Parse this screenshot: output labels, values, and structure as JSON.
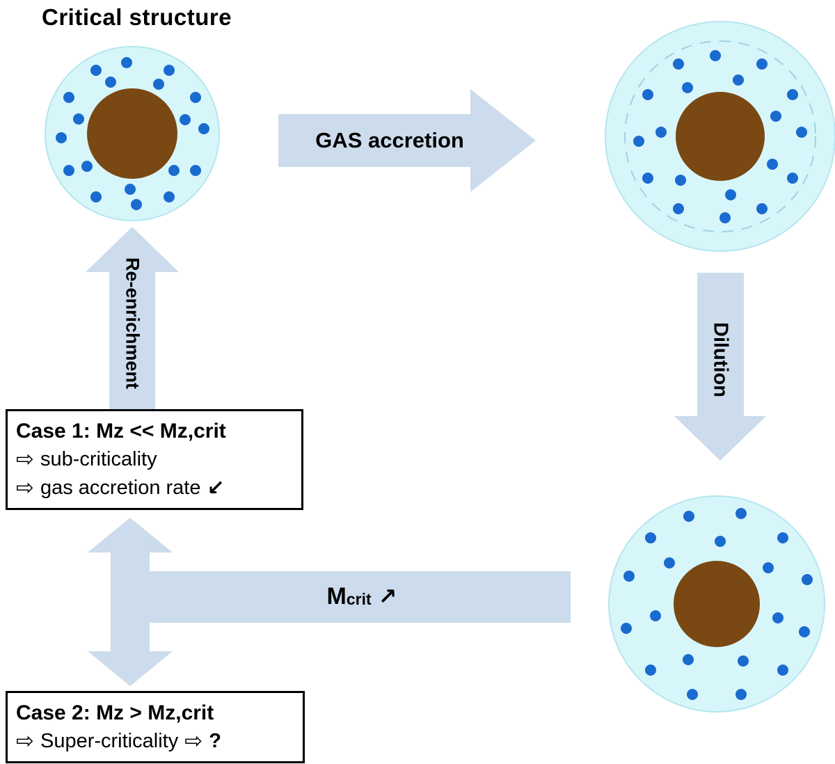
{
  "title": "Critical structure",
  "flow": {
    "gas_accretion_label": "GAS accretion",
    "dilution_label": "Dilution",
    "re_enrichment_label": "Re-enrichment",
    "mcrit": {
      "symbol": "M",
      "subscript": "crit",
      "trend_arrow": "↗"
    }
  },
  "case1": {
    "heading": "Case 1: Mz << Mz,crit",
    "lines": [
      {
        "bullet": "⇨",
        "text": "sub-criticality",
        "trend": ""
      },
      {
        "bullet": "⇨",
        "text": "gas accretion rate",
        "trend": "↙"
      }
    ]
  },
  "case2": {
    "heading": "Case 2: Mz > Mz,crit",
    "bullet1": "⇨",
    "text": "Super-criticality",
    "bullet2": "⇨",
    "question": "?"
  },
  "colors": {
    "envelope": "#d7f6fa",
    "envelope_edge": "#b4e6ee",
    "core": "#7a4813",
    "dot": "#1a6bd0",
    "arrow": "#ccdcec",
    "dashed_ring": "#9fd2e2"
  }
}
